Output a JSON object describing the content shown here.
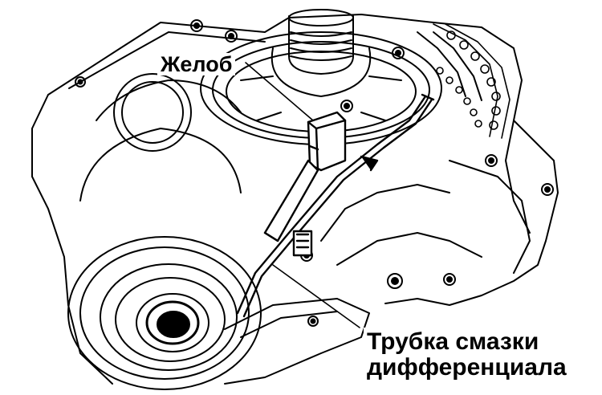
{
  "labels": {
    "gutter": "Желоб",
    "pipe_line1": "Трубка смазки",
    "pipe_line2": "дифференциала"
  },
  "colors": {
    "ink": "#000000",
    "paper": "#ffffff"
  }
}
